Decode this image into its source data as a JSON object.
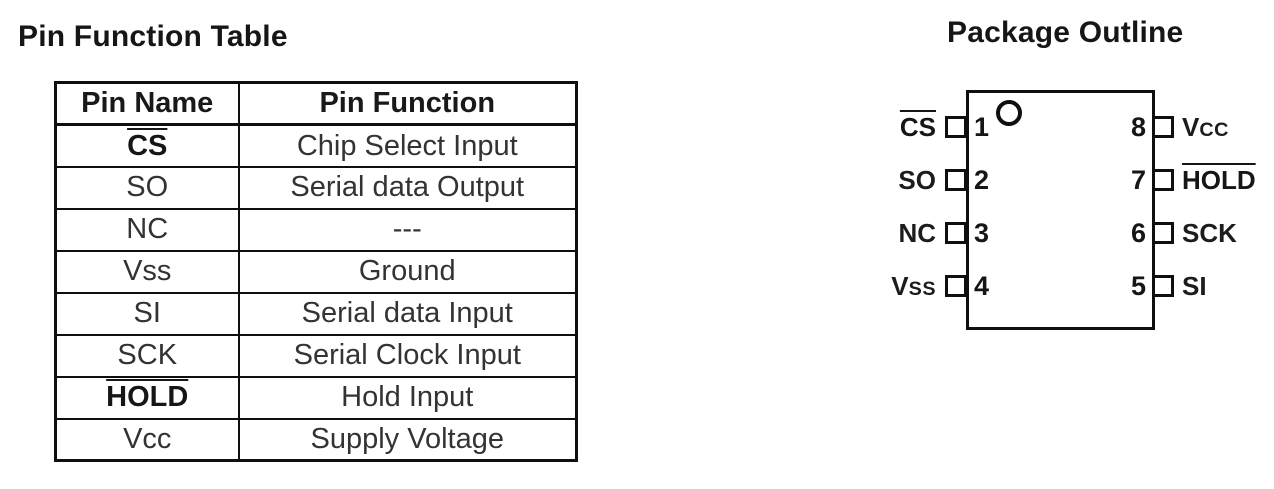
{
  "colors": {
    "background": "#ffffff",
    "ink": "#0f0f0f",
    "text": "#333333"
  },
  "pin_function_table": {
    "title": "Pin Function Table",
    "headers": [
      "Pin Name",
      "Pin Function"
    ],
    "rows": [
      {
        "name": "CS",
        "function": "Chip Select Input",
        "overline": true
      },
      {
        "name": "SO",
        "function": "Serial data Output",
        "overline": false
      },
      {
        "name": "NC",
        "function": "---",
        "overline": false
      },
      {
        "name": "Vss",
        "function": "Ground",
        "overline": false
      },
      {
        "name": "SI",
        "function": "Serial data Input",
        "overline": false
      },
      {
        "name": "SCK",
        "function": "Serial Clock Input",
        "overline": false
      },
      {
        "name": "HOLD",
        "function": "Hold Input",
        "overline": true
      },
      {
        "name": "Vcc",
        "function": "Supply Voltage",
        "overline": false
      }
    ]
  },
  "package_outline": {
    "title": "Package Outline",
    "left_pins": [
      {
        "number": "1",
        "label": "CS",
        "overline": true
      },
      {
        "number": "2",
        "label": "SO",
        "overline": false
      },
      {
        "number": "3",
        "label": "NC",
        "overline": false
      },
      {
        "number": "4",
        "label": "V",
        "label_small": "SS",
        "overline": false
      }
    ],
    "right_pins": [
      {
        "number": "8",
        "label": "V",
        "label_small": "CC",
        "overline": false
      },
      {
        "number": "7",
        "label": "HOLD",
        "overline": true
      },
      {
        "number": "6",
        "label": "SCK",
        "overline": false
      },
      {
        "number": "5",
        "label": "SI",
        "overline": false
      }
    ]
  }
}
